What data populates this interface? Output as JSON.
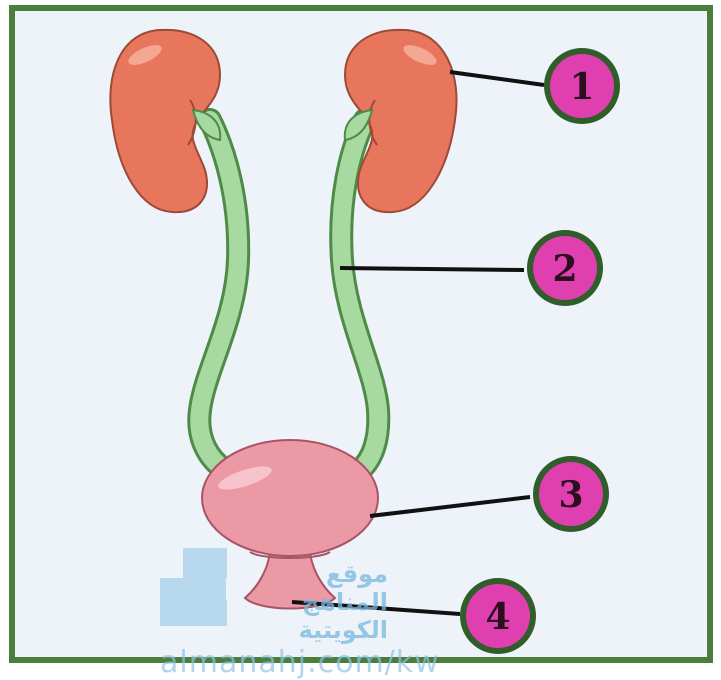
{
  "diagram": {
    "labels": [
      {
        "id": 1,
        "text": "1",
        "part": "kidney"
      },
      {
        "id": 2,
        "text": "2",
        "part": "ureter"
      },
      {
        "id": 3,
        "text": "3",
        "part": "bladder"
      },
      {
        "id": 4,
        "text": "4",
        "part": "urethra"
      }
    ]
  },
  "watermark": {
    "line1": "موقع",
    "line2": "المناهج الكويتية",
    "url": "almanahj.com/kw"
  },
  "colors": {
    "frame": "#4b7d3c",
    "background": "#edf3f8",
    "kidney": "#e8765c",
    "ureter": "#a8d9a0",
    "bladder": "#ec99a6",
    "badge": "#e03fb0",
    "badge_ring": "#2f5e2a",
    "leader": "#111111"
  }
}
